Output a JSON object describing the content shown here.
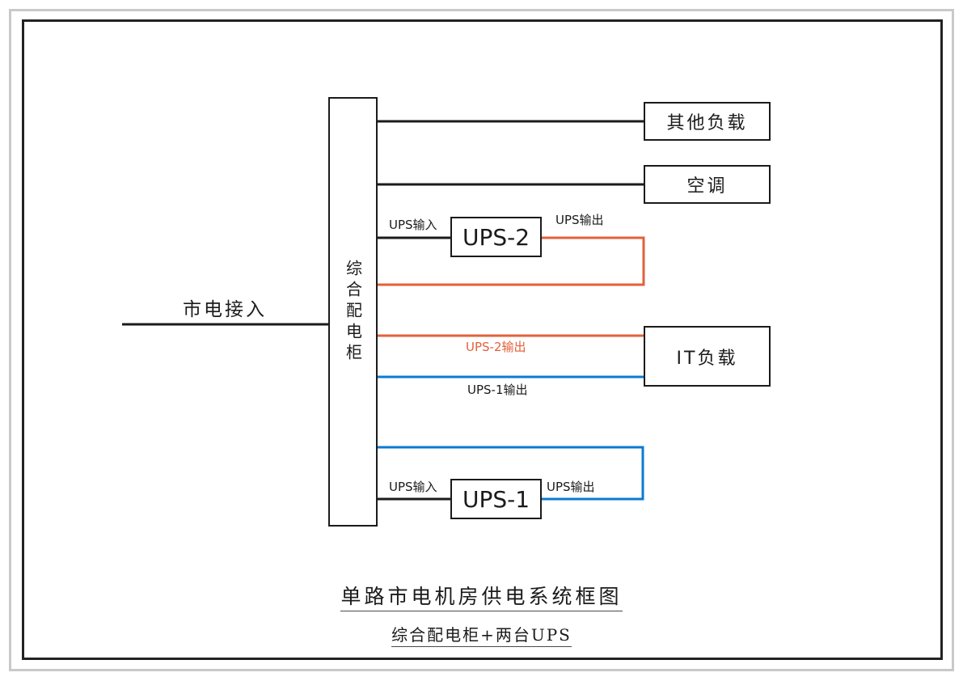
{
  "diagram": {
    "caption_main": "单路市电机房供电系统框图",
    "caption_sub": "综合配电柜+两台UPS",
    "colors": {
      "line_black": "#1b1b1b",
      "line_orange": "#e2613a",
      "line_blue": "#0b7ad4",
      "frame_outer": "#c9c9c9",
      "frame_inner": "#222222",
      "background": "#ffffff"
    },
    "nodes": {
      "cabinet": "综合配电柜",
      "other_load": "其他负载",
      "aircon": "空调",
      "it_load": "IT负载",
      "ups2": "UPS-2",
      "ups1": "UPS-1"
    },
    "labels": {
      "mains_input": "市电接入",
      "ups2_input": "UPS输入",
      "ups2_output": "UPS输出",
      "ups1_input": "UPS输入",
      "ups1_output": "UPS输出",
      "ups2_out_line": "UPS-2输出",
      "ups1_out_line": "UPS-1输出"
    }
  }
}
